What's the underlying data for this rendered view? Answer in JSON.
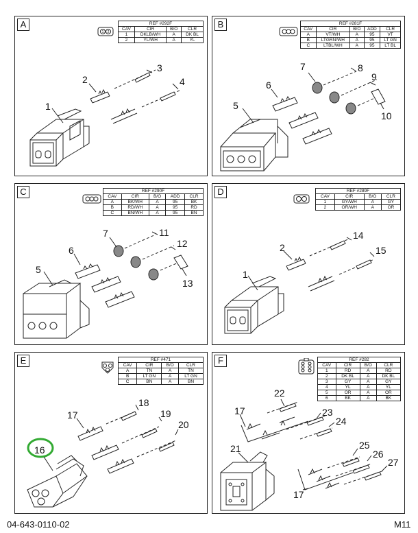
{
  "panels": [
    {
      "label": "A",
      "ref": "REF #292F",
      "headers": [
        "CAV",
        "CIR",
        "B/O",
        "CLR"
      ],
      "rows": [
        [
          "1",
          "DKLB/WH",
          "A",
          "DK BL"
        ],
        [
          "2",
          "YL/WH",
          "A",
          "YL"
        ]
      ],
      "icon": "two-pin-connector-icon",
      "callouts": [
        "1",
        "2",
        "3",
        "4"
      ]
    },
    {
      "label": "B",
      "ref": "REF #281F",
      "headers": [
        "CAV",
        "CIR",
        "B/O",
        "ADD",
        "CLR"
      ],
      "rows": [
        [
          "A",
          "VT/WH",
          "A",
          "95",
          "VT"
        ],
        [
          "B",
          "LTGRN/WH",
          "A",
          "95",
          "LT GN"
        ],
        [
          "C",
          "LTBL/WH",
          "A",
          "95",
          "LT BL"
        ]
      ],
      "icon": "three-pin-connector-icon",
      "callouts": [
        "5",
        "7",
        "8",
        "6",
        "9",
        "10"
      ]
    },
    {
      "label": "C",
      "ref": "REF #290F",
      "headers": [
        "CAV",
        "CIR",
        "B/O",
        "ADD",
        "CLR"
      ],
      "rows": [
        [
          "A",
          "BK/WH",
          "A",
          "95",
          "BK"
        ],
        [
          "B",
          "RD/WH",
          "A",
          "95",
          "RD"
        ],
        [
          "C",
          "BN/WH",
          "A",
          "95",
          "BN"
        ]
      ],
      "icon": "three-pin-connector-icon",
      "callouts": [
        "7",
        "11",
        "6",
        "12",
        "5",
        "13"
      ]
    },
    {
      "label": "D",
      "ref": "REF #289F",
      "headers": [
        "CAV",
        "CIR",
        "B/O",
        "CLR"
      ],
      "rows": [
        [
          "1",
          "GY/WH",
          "A",
          "GY"
        ],
        [
          "2",
          "OR/WH",
          "A",
          "OR"
        ]
      ],
      "icon": "two-pin-connector-icon",
      "callouts": [
        "14",
        "2",
        "15",
        "1"
      ]
    },
    {
      "label": "E",
      "ref": "REF #471",
      "headers": [
        "CAV",
        "CIR",
        "B/O",
        "CLR"
      ],
      "rows": [
        [
          "A",
          "TN",
          "A",
          "TN"
        ],
        [
          "B",
          "LT GN",
          "A",
          "LT GN"
        ],
        [
          "C",
          "BN",
          "A",
          "BN"
        ]
      ],
      "icon": "triangle-three-pin-connector-icon",
      "callouts": [
        "18",
        "17",
        "19",
        "20",
        "16"
      ]
    },
    {
      "label": "F",
      "ref": "REF #282",
      "headers": [
        "CAV",
        "CIR",
        "B/O",
        "CLR"
      ],
      "rows": [
        [
          "1",
          "RD",
          "A",
          "RD"
        ],
        [
          "2",
          "DK BL",
          "A",
          "DK BL"
        ],
        [
          "3",
          "GY",
          "A",
          "GY"
        ],
        [
          "4",
          "YL",
          "A",
          "YL"
        ],
        [
          "5",
          "OR",
          "A",
          "OR"
        ],
        [
          "6",
          "BK",
          "A",
          "BK"
        ]
      ],
      "icon": "six-pin-connector-icon",
      "callouts": [
        "22",
        "17",
        "23",
        "24",
        "21",
        "25",
        "26",
        "27",
        "17"
      ]
    }
  ],
  "footer": {
    "left": "04-643-0110-02",
    "right": "M11"
  },
  "colors": {
    "line": "#222222",
    "highlight_circle": "#33aa33"
  }
}
